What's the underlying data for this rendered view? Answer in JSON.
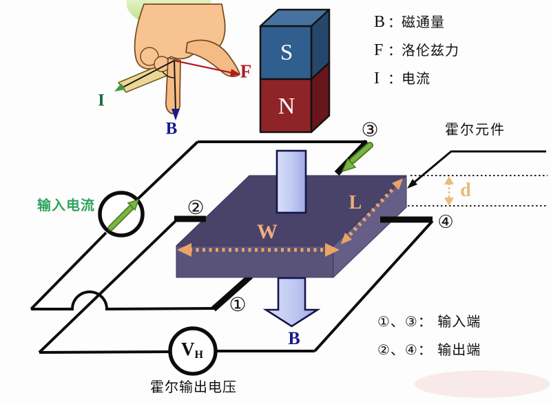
{
  "legend": {
    "items": [
      {
        "symbol": "B",
        "sep": "：",
        "label": "磁通量"
      },
      {
        "symbol": "F",
        "sep": "：",
        "label": "洛伦兹力"
      },
      {
        "symbol": "I",
        "sep": "：",
        "label": " 电流"
      }
    ]
  },
  "hand": {
    "force_label": "F",
    "current_label": "I",
    "field_label": "B"
  },
  "magnet": {
    "south_label": "S",
    "north_label": "N"
  },
  "element": {
    "name_label": "霍尔元件",
    "width_label": "W",
    "length_label": "L",
    "thickness_label": "d",
    "field_label": "B"
  },
  "circuit": {
    "input_current_label": "输入电流",
    "output_voltage_label": "霍尔输出电压",
    "meter_symbol": "V",
    "meter_subscript": "H",
    "terminal_1": "①",
    "terminal_2": "②",
    "terminal_3": "③",
    "terminal_4": "④"
  },
  "notes": {
    "line1": "①、③： 输入端",
    "line2": "②、④： 输出端"
  },
  "colors": {
    "slab_top": "#49436a",
    "slab_front": "#59537a",
    "slab_side": "#655f88",
    "magnet_top": "#47729f",
    "magnet_south": "#305e8e",
    "magnet_north": "#8e2328",
    "magnet_side_south": "#24476b",
    "magnet_side_north": "#68161b",
    "dimension_arrow": "#e9a466",
    "thickness_arrow": "#e8bc7d",
    "green_arrow": "#79b544",
    "green_arrow_dark": "#4a7d1d",
    "wire": "#0c0c0c",
    "input_text_green": "#2fa45f",
    "label_navy": "#1a1a8c",
    "label_red": "#b01c22",
    "label_green_dark": "#1c6b3a"
  }
}
